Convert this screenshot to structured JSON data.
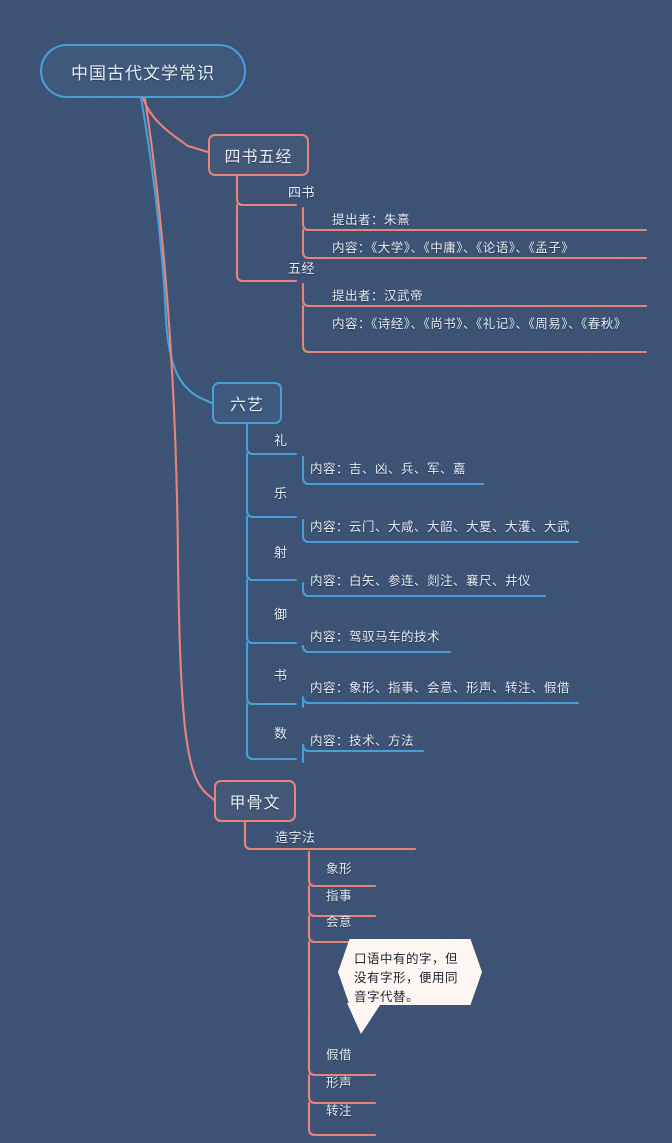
{
  "title": "中国古代文学常识",
  "colors": {
    "background": "#3c5375",
    "blue": "#4a9fd8",
    "red": "#e8837a",
    "text": "#e8eef7",
    "callout_bg": "#fdf6f3",
    "callout_text": "#1d2430"
  },
  "root": {
    "label": "中国古代文学常识"
  },
  "branches": [
    {
      "label": "四书五经",
      "color": "red",
      "children": [
        {
          "label": "四书",
          "items": [
            {
              "label": "提出者：朱熹"
            },
            {
              "label": "内容：《大学》、《中庸》、《论语》、《孟子》"
            }
          ]
        },
        {
          "label": "五经",
          "items": [
            {
              "label": "提出者：汉武帝"
            },
            {
              "label": "内容：《诗经》、《尚书》、《礼记》、《周易》、《春秋》"
            }
          ]
        }
      ]
    },
    {
      "label": "六艺",
      "color": "blue",
      "children": [
        {
          "label": "礼",
          "items": [
            {
              "label": "内容：吉、凶、兵、军、嘉"
            }
          ]
        },
        {
          "label": "乐",
          "items": [
            {
              "label": "内容：云门、大咸、大韶、大夏、大濩、大武"
            }
          ]
        },
        {
          "label": "射",
          "items": [
            {
              "label": "内容：白矢、参连、剡注、襄尺、井仪"
            }
          ]
        },
        {
          "label": "御",
          "items": [
            {
              "label": "内容：驾驭马车的技术"
            }
          ]
        },
        {
          "label": "书",
          "items": [
            {
              "label": "内容：象形、指事、会意、形声、转注、假借"
            }
          ]
        },
        {
          "label": "数",
          "items": [
            {
              "label": "内容：技术、方法"
            }
          ]
        }
      ]
    },
    {
      "label": "甲骨文",
      "color": "red",
      "children": [
        {
          "label": "造字法",
          "items": [
            {
              "label": "象形"
            },
            {
              "label": "指事"
            },
            {
              "label": "会意"
            },
            {
              "label": "假借"
            },
            {
              "label": "形声"
            },
            {
              "label": "转注"
            }
          ]
        }
      ]
    }
  ],
  "callout": {
    "text": "口语中有的字，但没有字形，便用同音字代替。",
    "points_to": "假借"
  }
}
